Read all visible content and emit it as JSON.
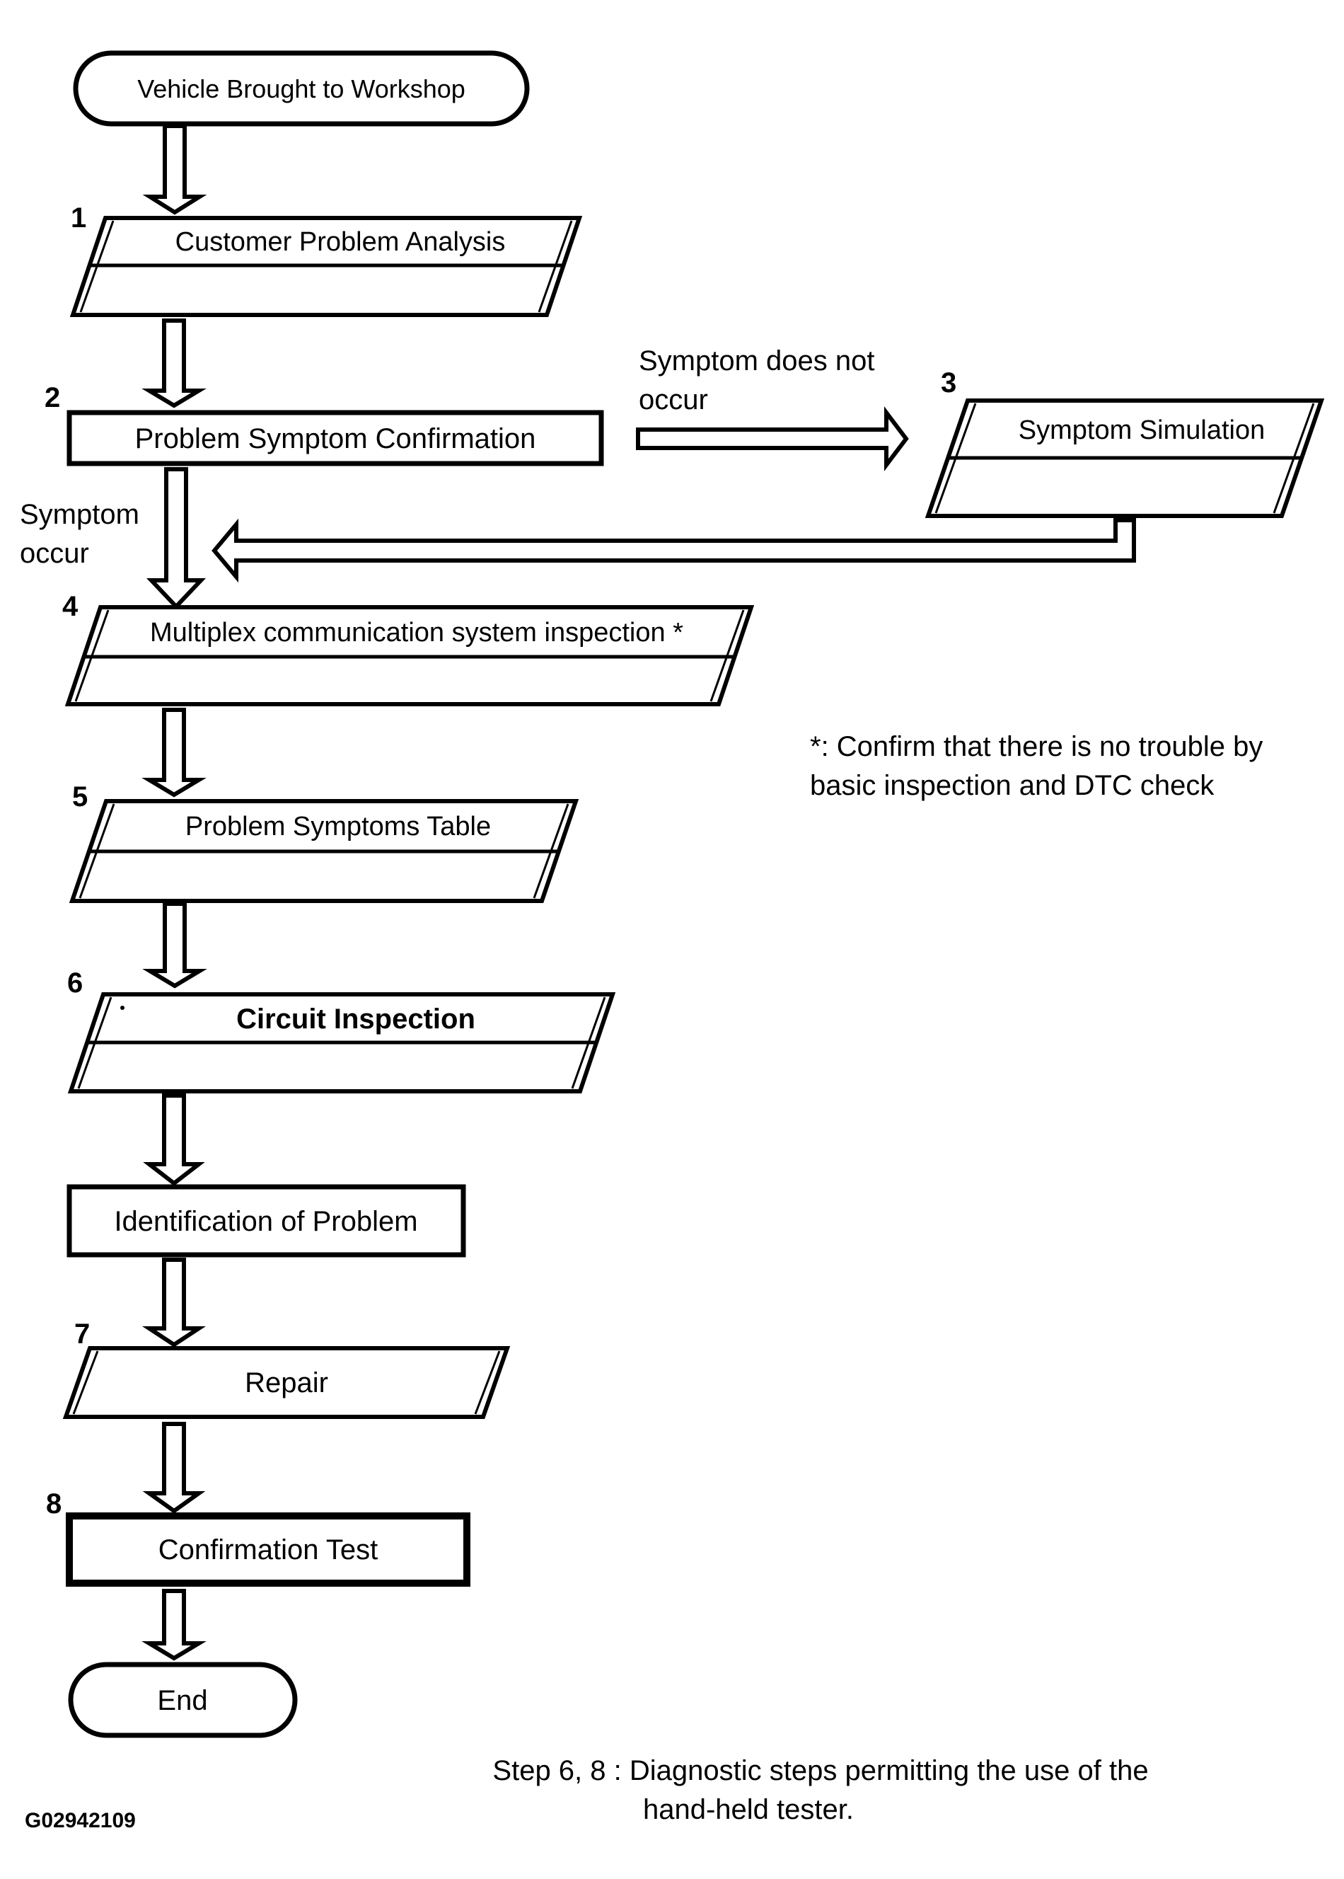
{
  "colors": {
    "ink": "#000000",
    "background": "#ffffff"
  },
  "nodes": {
    "start": {
      "type": "terminator",
      "label": "Vehicle Brought to Workshop"
    },
    "step1": {
      "type": "parallelogram",
      "number": "1",
      "label": "Customer Problem Analysis"
    },
    "step2": {
      "type": "process",
      "number": "2",
      "label": "Problem Symptom Confirmation"
    },
    "step3": {
      "type": "parallelogram",
      "number": "3",
      "label": "Symptom Simulation"
    },
    "step4": {
      "type": "parallelogram",
      "number": "4",
      "label": "Multiplex communication system inspection *"
    },
    "step5": {
      "type": "parallelogram",
      "number": "5",
      "label": "Problem Symptoms Table"
    },
    "step6": {
      "type": "parallelogram",
      "number": "6",
      "label": "Circuit Inspection"
    },
    "identification": {
      "type": "process",
      "label": "Identification of Problem"
    },
    "step7": {
      "type": "parallelogram",
      "number": "7",
      "label": "Repair"
    },
    "step8": {
      "type": "process",
      "number": "8",
      "label": "Confirmation Test"
    },
    "end": {
      "type": "terminator",
      "label": "End"
    }
  },
  "edge_labels": {
    "symptom_does_not_occur": {
      "line1": "Symptom does not",
      "line2": "occur"
    },
    "symptom_occur": {
      "line1": "Symptom",
      "line2": "occur"
    }
  },
  "note": {
    "line1": "*: Confirm that there is no trouble by",
    "line2": "basic inspection and DTC check"
  },
  "caption": {
    "line1": "Step 6, 8 : Diagnostic steps permitting the use of the",
    "line2": "hand-held tester."
  },
  "figure_code": "G02942109"
}
